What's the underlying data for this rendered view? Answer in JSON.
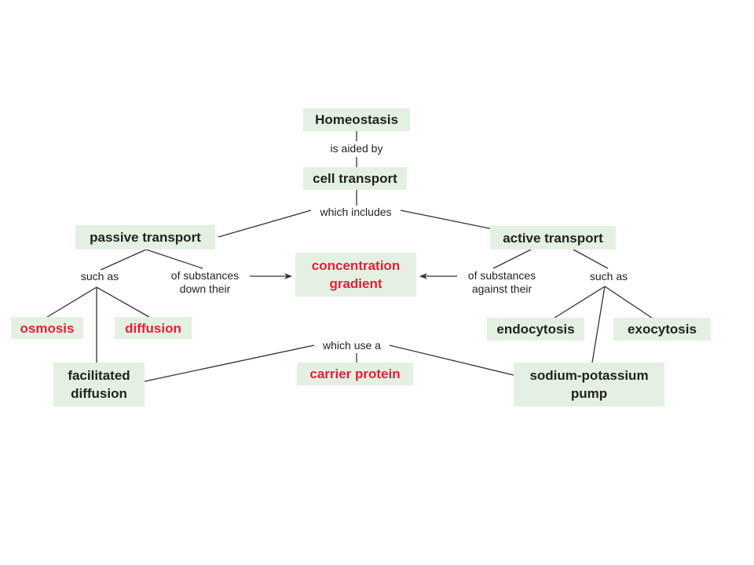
{
  "colors": {
    "box_fill": "#e4f0e1",
    "accent_red": "#e2203a",
    "line": "#333333",
    "text": "#222222"
  },
  "nodes": {
    "homeostasis": "Homeostasis",
    "cell_transport": "cell transport",
    "passive_transport": "passive transport",
    "active_transport": "active transport",
    "concentration_gradient": [
      "concentration",
      "gradient"
    ],
    "osmosis": "osmosis",
    "diffusion": "diffusion",
    "facilitated_diffusion": [
      "facilitated",
      "diffusion"
    ],
    "carrier_protein": "carrier protein",
    "endocytosis": "endocytosis",
    "exocytosis": "exocytosis",
    "sodium_potassium_pump": [
      "sodium-potassium",
      "pump"
    ]
  },
  "links": {
    "is_aided_by": "is aided by",
    "which_includes": "which includes",
    "such_as_left": "such as",
    "such_as_right": "such as",
    "of_substances_down": [
      "of substances",
      "down their"
    ],
    "of_substances_against": [
      "of substances",
      "against their"
    ],
    "which_use_a": "which use a"
  }
}
